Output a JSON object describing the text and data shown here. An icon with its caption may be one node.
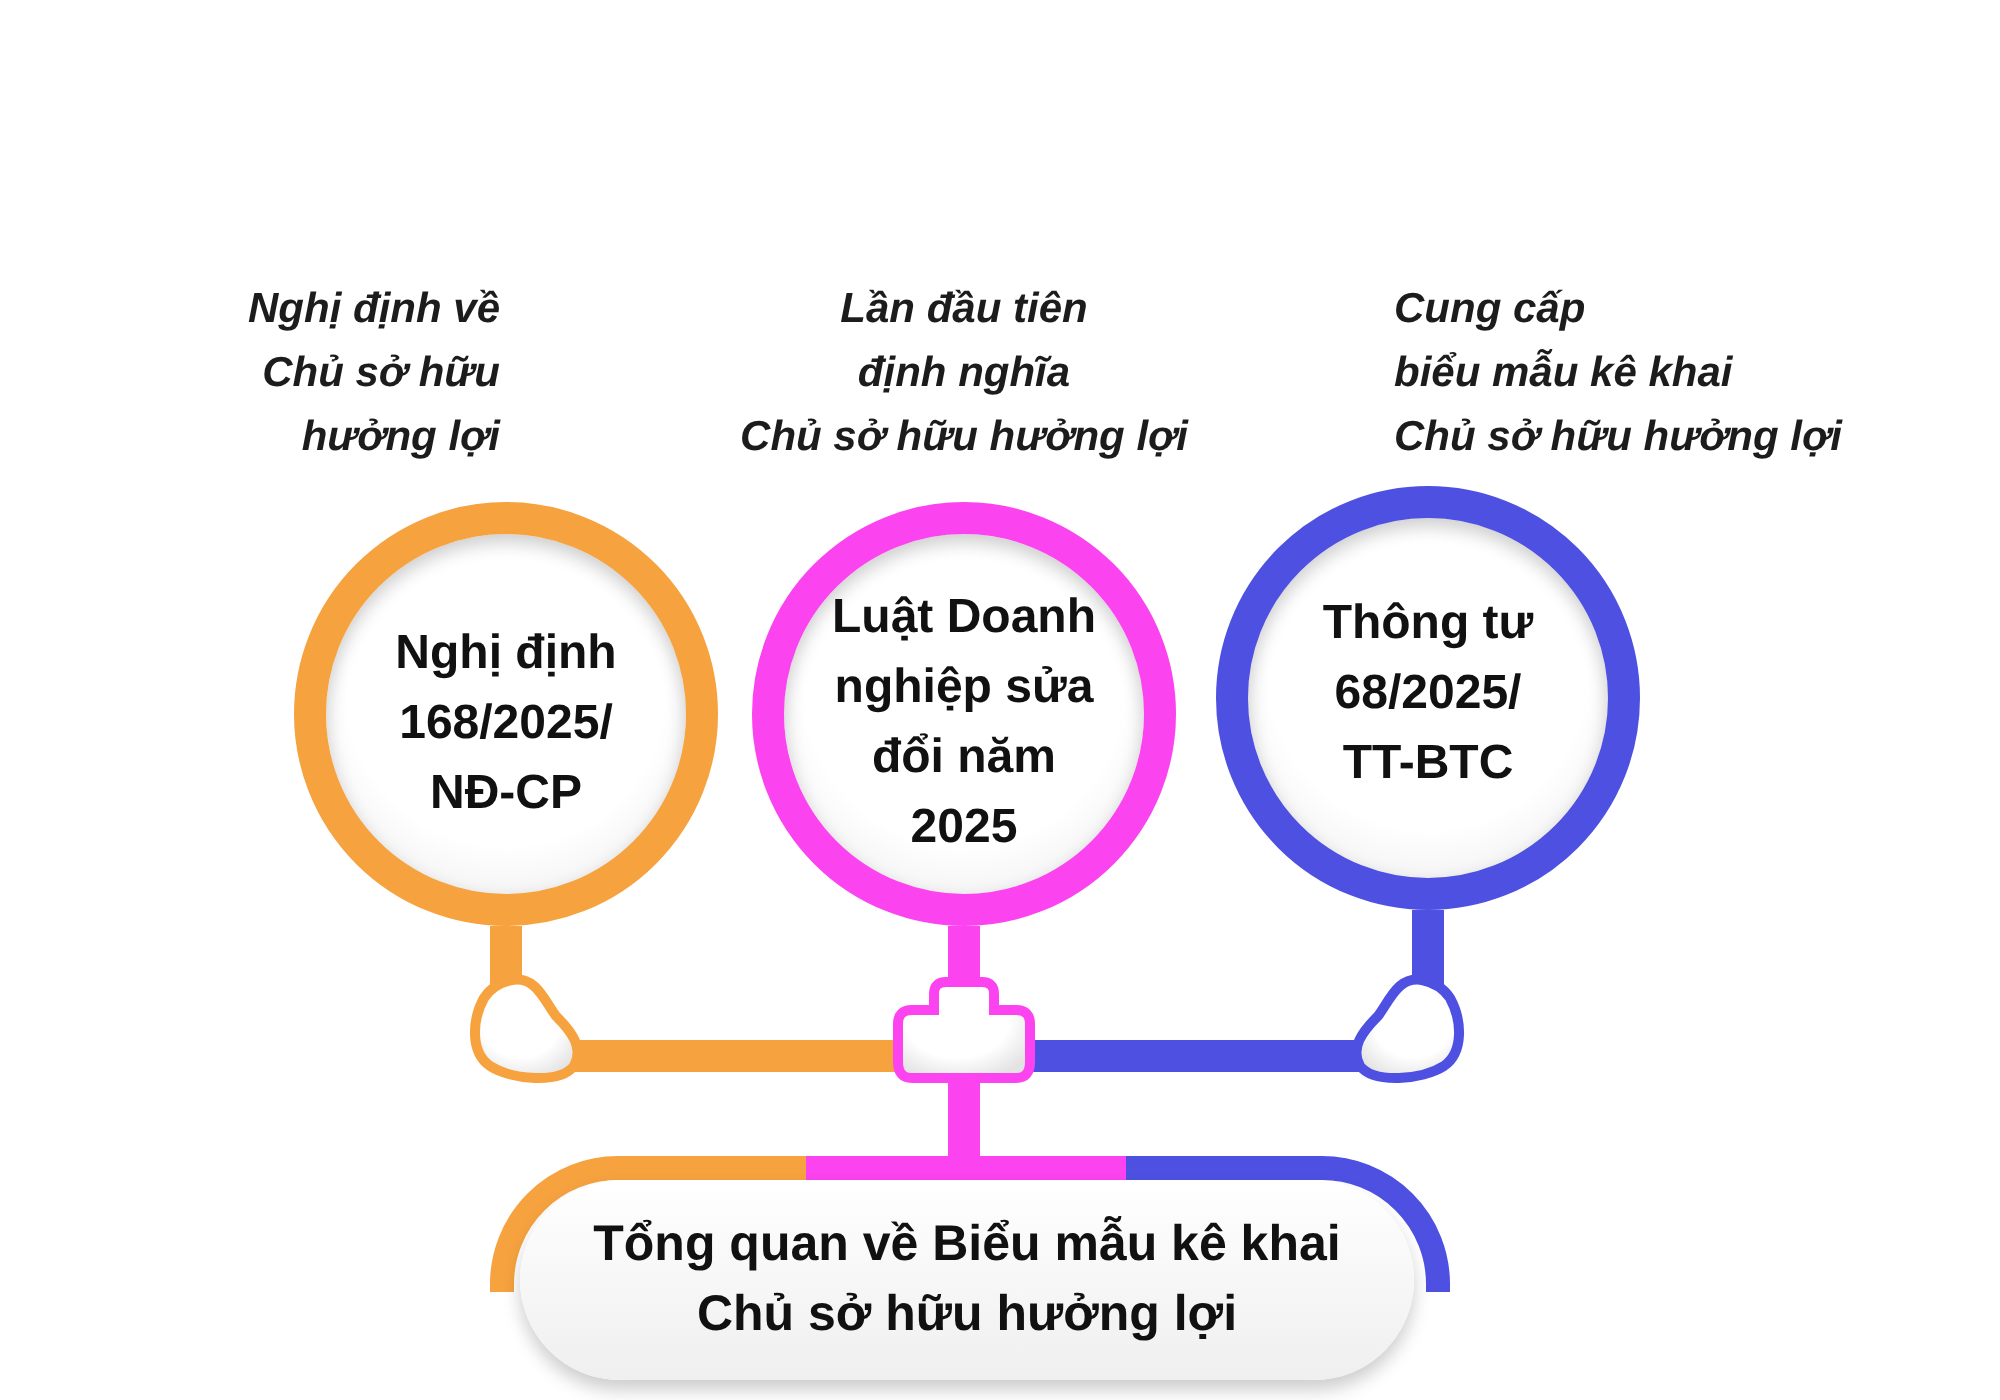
{
  "diagram": {
    "nodes": [
      {
        "text": [
          "Nghị định 168/2025/ NĐ-CP"
        ],
        "beside": [
          "Nghị định về Chủ sở hữu hưởng lợi"
        ]
      },
      {
        "text": [
          "Luật Doanh nghiệp sửa đổi năm 2025"
        ],
        "beside": [
          "Lần đầu tiên định nghĩa Chủ sở hữu hưởng lợi"
        ]
      },
      {
        "text": [
          "Thông tư 68/2025/ TT-BTC"
        ],
        "beside": [
          "Cung cấp biểu mẫu kê khai Chủ sở hữu hưởng lợi"
        ]
      },
      {
        "text": [
          "Tổng quan về Biểu mẫu kê khai Chủ sở hữu hưởng lợi"
        ]
      }
    ],
    "edges": [
      {
        "from": 0,
        "to": 3,
        "arrow": "none",
        "color": "#f6a23f"
      },
      {
        "from": 1,
        "to": 3,
        "arrow": "none",
        "color": "#fb43f0"
      },
      {
        "from": 2,
        "to": 3,
        "arrow": "none",
        "color": "#4e50e2"
      }
    ]
  }
}
